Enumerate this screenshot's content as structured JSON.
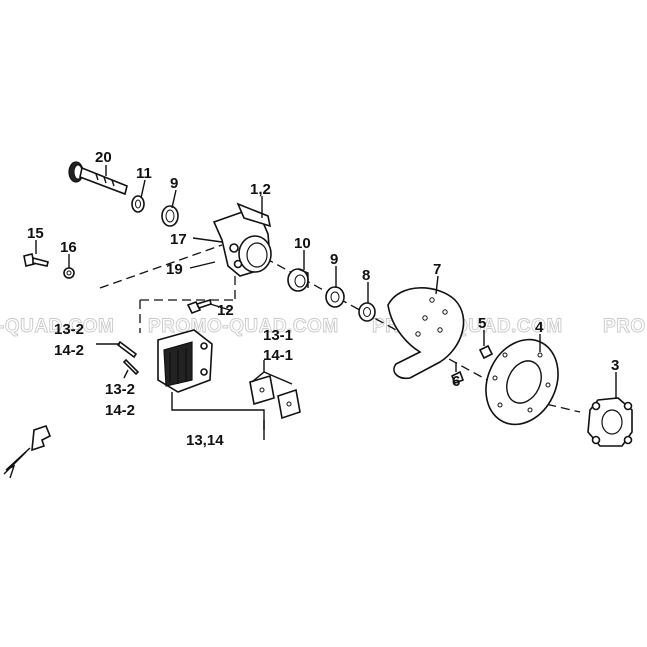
{
  "labels": [
    {
      "id": "20",
      "text": "20"
    },
    {
      "id": "11",
      "text": "11"
    },
    {
      "id": "9a",
      "text": "9"
    },
    {
      "id": "1-2",
      "text": "1,2"
    },
    {
      "id": "15",
      "text": "15"
    },
    {
      "id": "16",
      "text": "16"
    },
    {
      "id": "17",
      "text": "17"
    },
    {
      "id": "19",
      "text": "19"
    },
    {
      "id": "10",
      "text": "10"
    },
    {
      "id": "9b",
      "text": "9"
    },
    {
      "id": "8",
      "text": "8"
    },
    {
      "id": "7",
      "text": "7"
    },
    {
      "id": "12",
      "text": "12"
    },
    {
      "id": "5",
      "text": "5"
    },
    {
      "id": "4",
      "text": "4"
    },
    {
      "id": "3",
      "text": "3"
    },
    {
      "id": "6",
      "text": "6"
    },
    {
      "id": "13-2a",
      "text": "13-2"
    },
    {
      "id": "14-2a",
      "text": "14-2"
    },
    {
      "id": "13-1",
      "text": "13-1"
    },
    {
      "id": "14-1",
      "text": "14-1"
    },
    {
      "id": "13-2b",
      "text": "13-2"
    },
    {
      "id": "14-2b",
      "text": "14-2"
    },
    {
      "id": "13-14",
      "text": "13,14"
    }
  ],
  "watermark": {
    "segments": [
      "-QUAD.COM",
      "PROMO-QUAD.COM",
      "PROMO-QUAD.COM",
      "PRO"
    ]
  },
  "icons": {
    "front_arrow": "front-direction-arrow-icon"
  }
}
